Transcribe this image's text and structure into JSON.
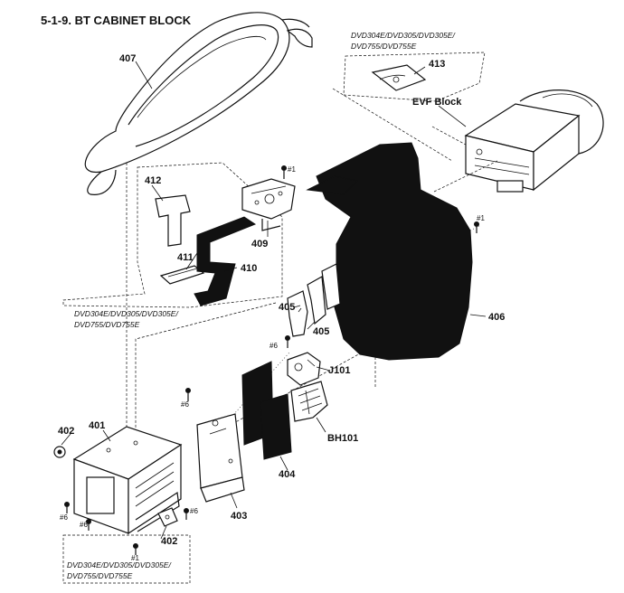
{
  "title": "5-1-9. BT CABINET BLOCK",
  "labels": {
    "p407": "407",
    "p412": "412",
    "p411": "411",
    "p410": "410",
    "p409": "409",
    "p413": "413",
    "p405a": "405",
    "p405b": "405",
    "p406": "406",
    "p401": "401",
    "p402a": "402",
    "p402b": "402",
    "p403": "403",
    "p404": "404",
    "j101": "J101",
    "bh101": "BH101",
    "evf": "EVF Block",
    "s1a": "#1",
    "s1b": "#1",
    "s1c": "#1",
    "s6a": "#6",
    "s6b": "#6",
    "s6c": "#6",
    "s6d": "#6",
    "s6e": "#6"
  },
  "model_notes": {
    "top_line1": "DVD304E/DVD305/DVD305E/",
    "top_line2": "DVD755/DVD755E",
    "mid_line1": "DVD304E/DVD305/DVD305E/",
    "mid_line2": "DVD755/DVD755E",
    "bot_line1": "DVD304E/DVD305/DVD305E/",
    "bot_line2": "DVD755/DVD755E"
  }
}
